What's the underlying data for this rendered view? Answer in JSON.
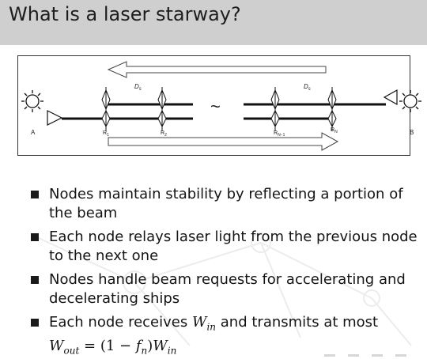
{
  "slide": {
    "title": "What is a laser starway?"
  },
  "diagram": {
    "end_labels": [
      "A",
      "B"
    ],
    "spacing_labels": [
      "D",
      "D"
    ],
    "spacing_subscript": "s",
    "node_labels": [
      {
        "main": "R",
        "sub": "1"
      },
      {
        "main": "R",
        "sub": "2"
      },
      {
        "main": "R",
        "sub": "N−1"
      },
      {
        "main": "R",
        "sub": "N"
      }
    ],
    "break_symbol": "~"
  },
  "bullets": [
    {
      "text": "Nodes maintain stability by reflecting a portion of the beam"
    },
    {
      "text": "Each node relays laser light from the previous node to the next one"
    },
    {
      "text": "Nodes handle beam requests for accelerating and decelerating ships"
    },
    {
      "line1_prefix": "Each node receives ",
      "w_in_base": "W",
      "w_in_sub": "in",
      "line1_suffix": " and transmits at most",
      "w_out_base": "W",
      "w_out_sub": "out",
      "equals": " = (1 − ",
      "f_base": "f",
      "f_sub": "n",
      "close": ")",
      "w_end_base": "W",
      "w_end_sub": "in"
    }
  ],
  "colors": {
    "title_bar": "#cfcfcf",
    "text": "#141414",
    "diagram_border": "#333333"
  }
}
